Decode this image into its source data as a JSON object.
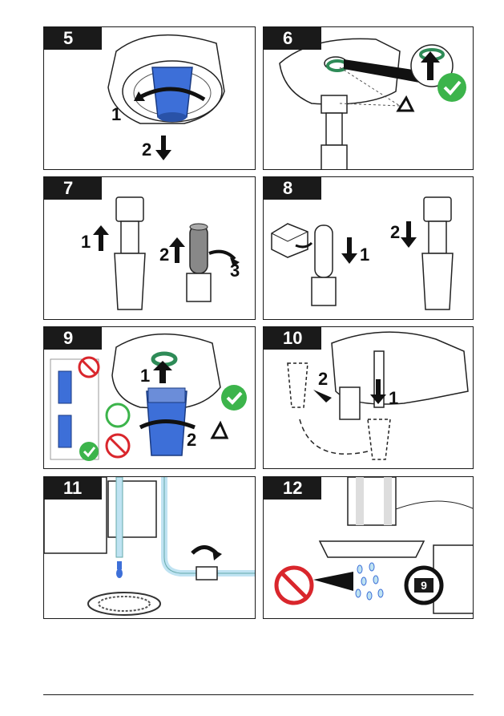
{
  "steps": [
    {
      "number": "5",
      "callouts": [
        "1",
        "2"
      ]
    },
    {
      "number": "6",
      "callouts": []
    },
    {
      "number": "7",
      "callouts": [
        "1",
        "2",
        "3"
      ]
    },
    {
      "number": "8",
      "callouts": [
        "1",
        "2"
      ]
    },
    {
      "number": "9",
      "callouts": [
        "1",
        "2"
      ]
    },
    {
      "number": "10",
      "callouts": [
        "1",
        "2"
      ]
    },
    {
      "number": "11",
      "callouts": []
    },
    {
      "number": "12",
      "callouts": [],
      "badge": "9"
    }
  ],
  "colors": {
    "accent_blue": "#3d6fd8",
    "light_blue": "#bfe3f2",
    "seal_green": "#2e8b57",
    "ok_green": "#3cb44b",
    "prohibit_red": "#d9262c",
    "tab_black": "#1a1a1a"
  },
  "icons": [
    "clockwise-arrow-icon",
    "down-arrow-icon",
    "up-arrow-icon",
    "checkmark-icon",
    "prohibited-icon",
    "warning-triangle-icon",
    "timer-icon"
  ]
}
